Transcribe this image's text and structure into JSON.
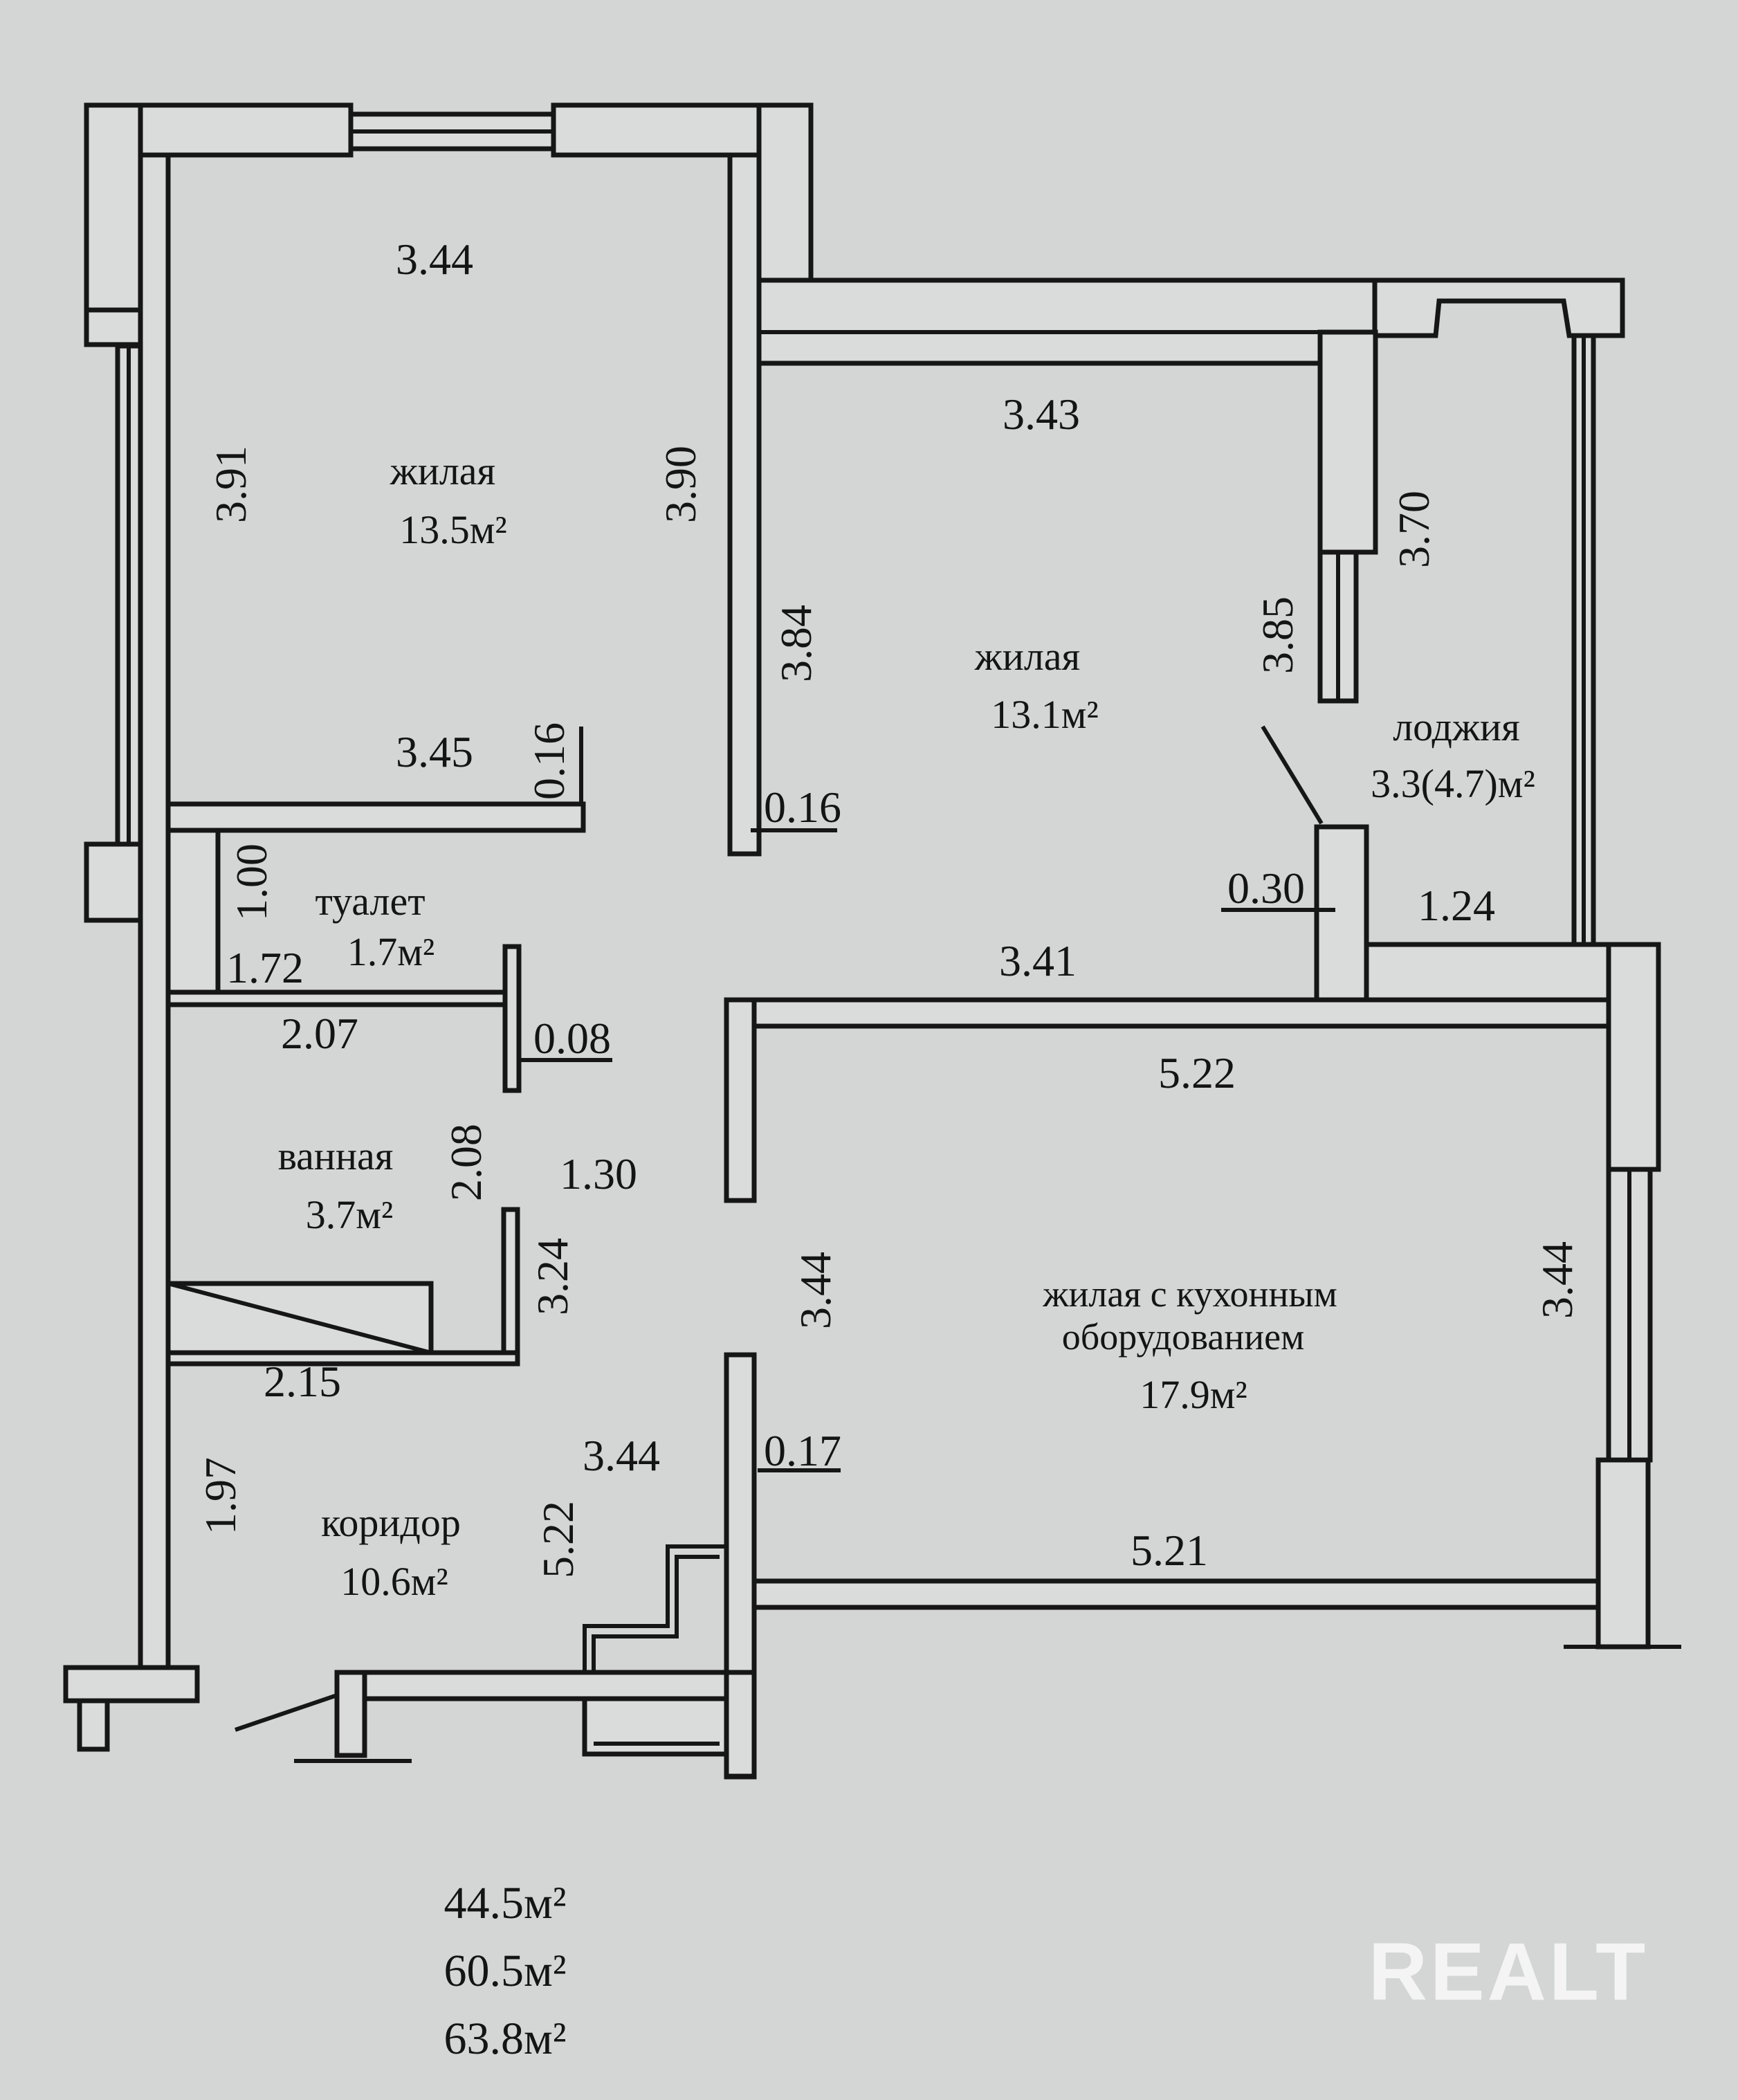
{
  "rooms": {
    "bedroom1": {
      "name": "жилая",
      "area": "13.5м²"
    },
    "bedroom2": {
      "name": "жилая",
      "area": "13.1м²"
    },
    "loggia": {
      "name": "лоджия",
      "area": "3.3(4.7)м²"
    },
    "toilet": {
      "name": "туалет",
      "area": "1.7м²"
    },
    "bathroom": {
      "name": "ванная",
      "area": "3.7м²"
    },
    "kitchen_living": {
      "name_line1": "жилая с кухонным",
      "name_line2": "оборудованием",
      "area": "17.9м²"
    },
    "corridor": {
      "name": "коридор",
      "area": "10.6м²"
    }
  },
  "dimensions": {
    "d1": "3.44",
    "d2": "3.91",
    "d3": "3.90",
    "d4": "3.43",
    "d5": "3.70",
    "d6": "3.84",
    "d7": "3.85",
    "d8": "3.45",
    "d9": "0.16",
    "d10": "0.16",
    "d11": "1.00",
    "d12": "0.30",
    "d13": "1.24",
    "d14": "1.72",
    "d15": "3.41",
    "d16": "2.07",
    "d17": "0.08",
    "d18": "5.22",
    "d19": "2.08",
    "d20": "1.30",
    "d21": "3.24",
    "d22": "3.44",
    "d23": "3.44",
    "d24": "2.15",
    "d25": "3.44",
    "d26": "0.17",
    "d27": "1.97",
    "d28": "5.22",
    "d29": "5.21"
  },
  "totals": {
    "living": "44.5м²",
    "total": "60.5м²",
    "total_with_loggia": "63.8м²"
  },
  "watermark": "REALT"
}
